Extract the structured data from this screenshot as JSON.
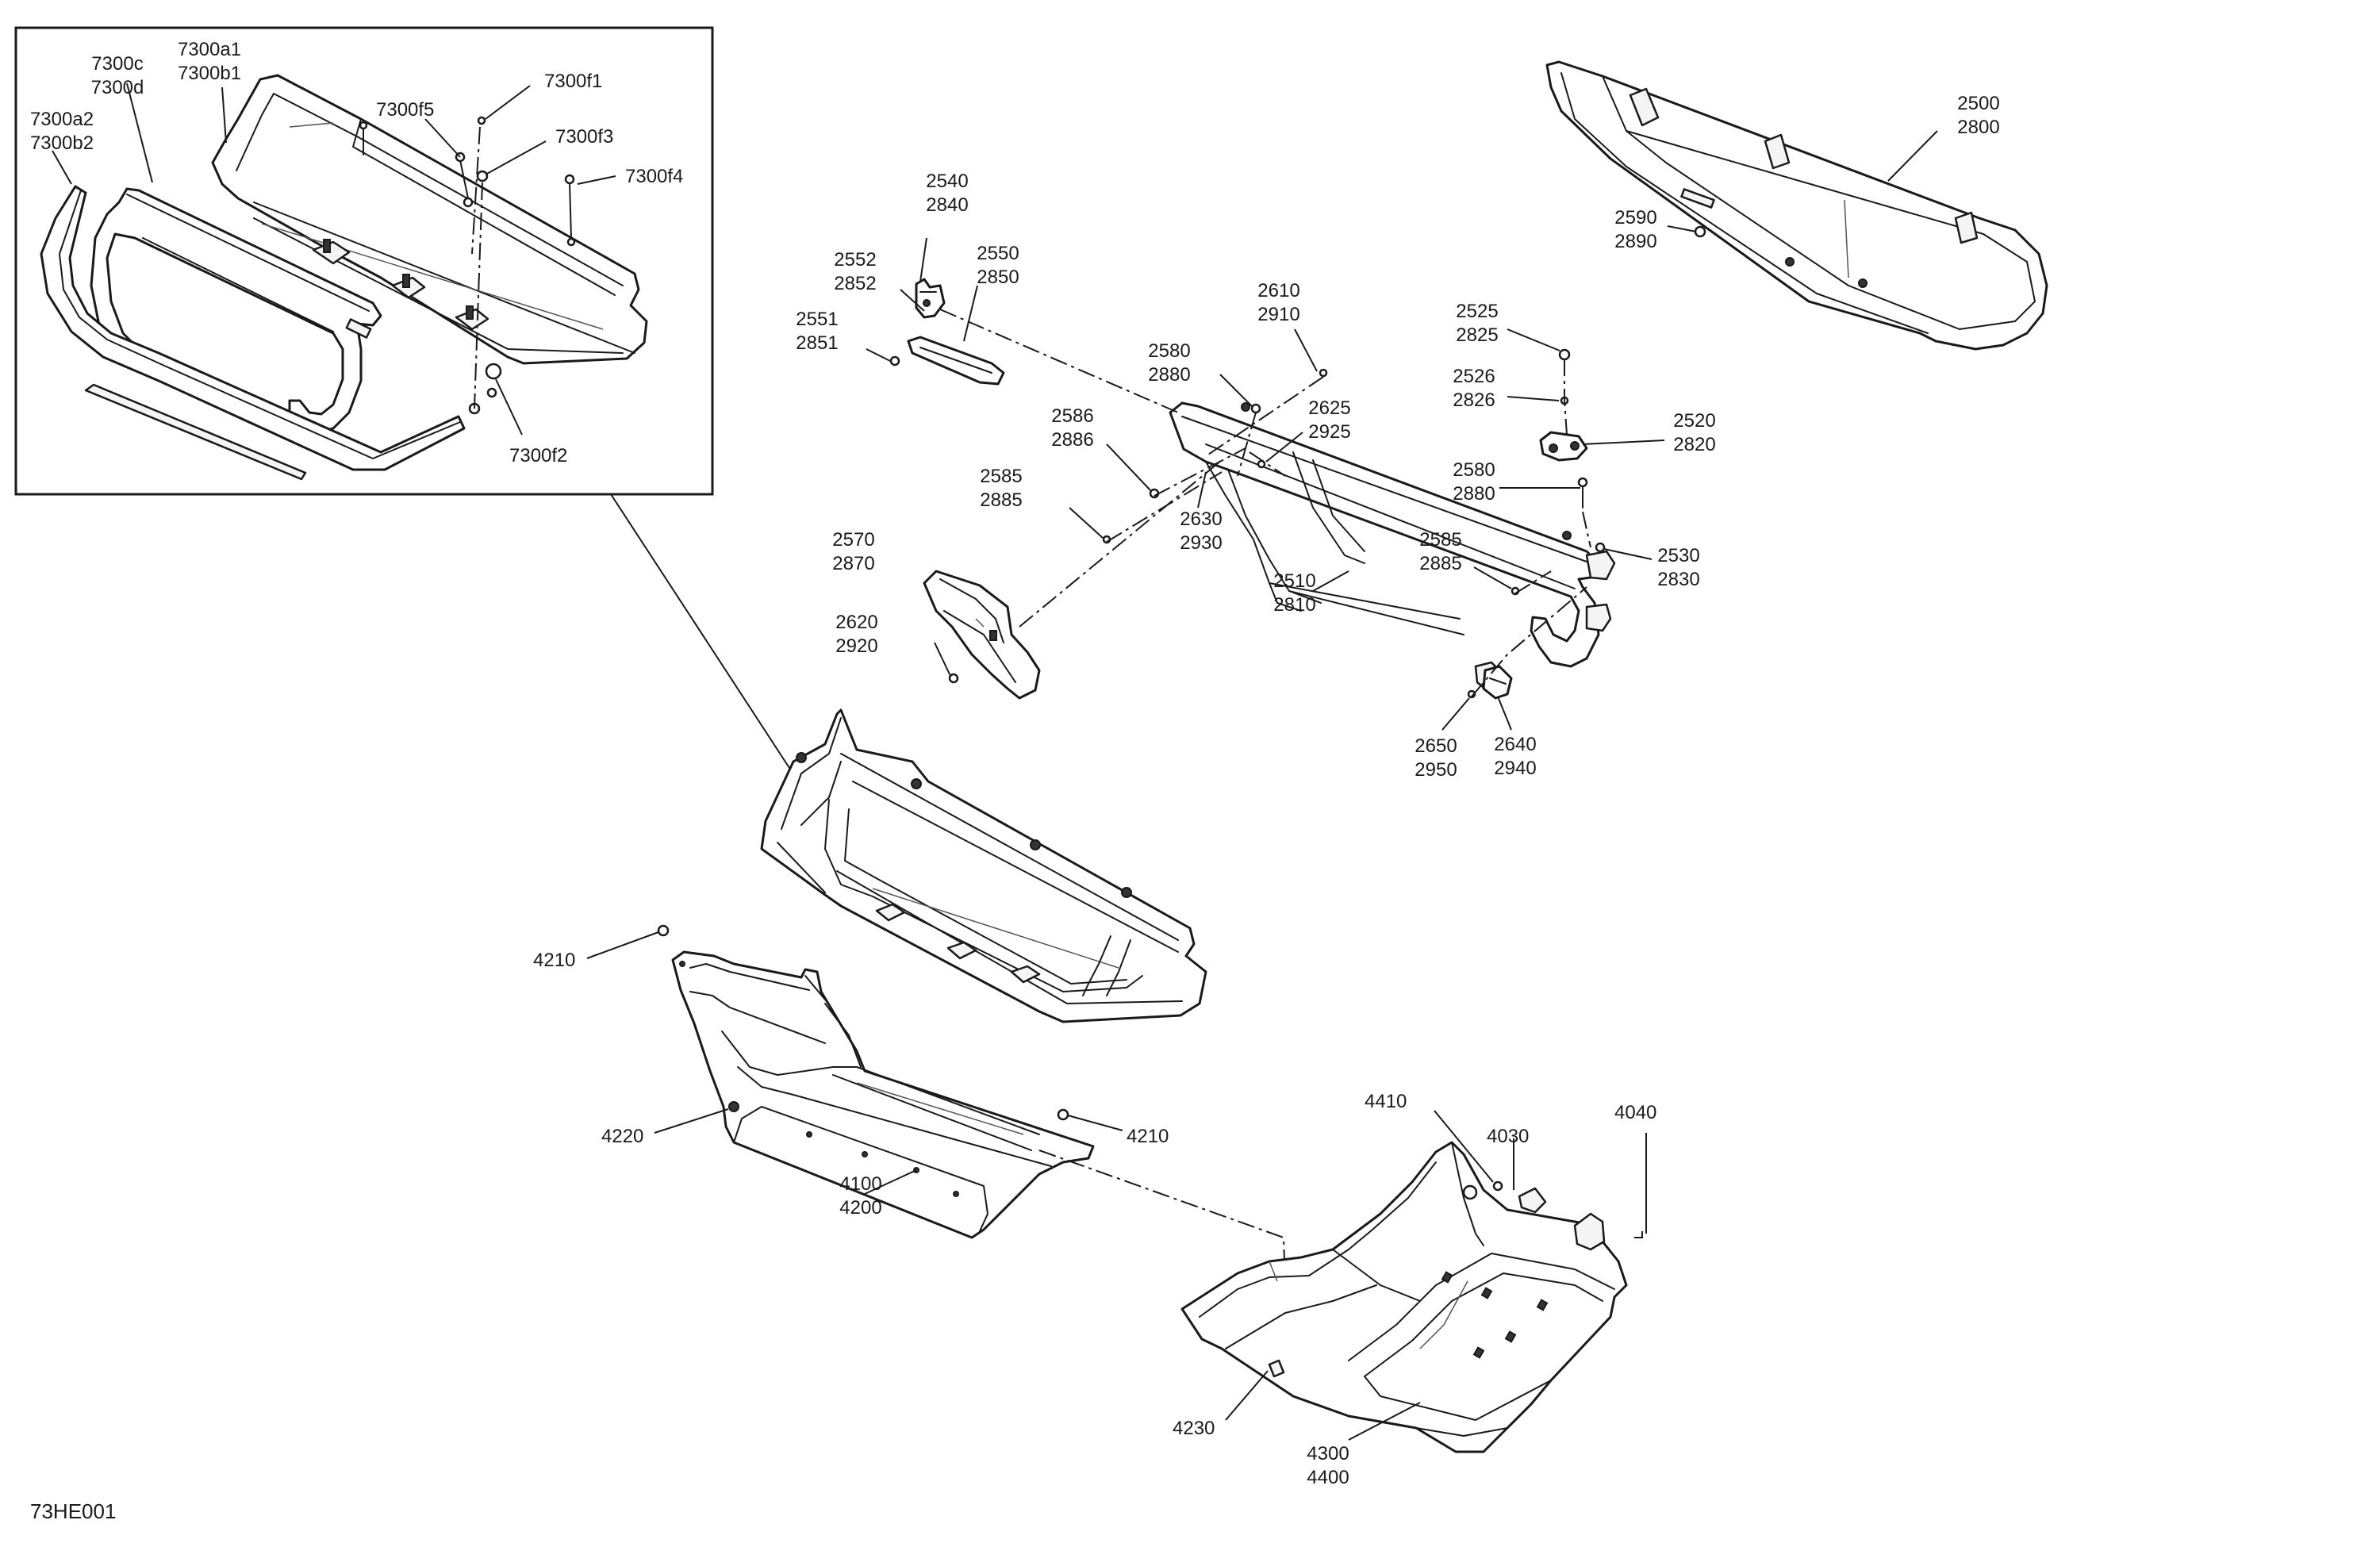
{
  "drawing_ref": "73HE001",
  "callouts": {
    "c7300c": [
      "7300c",
      "7300d"
    ],
    "c7300a1": [
      "7300a1",
      "7300b1"
    ],
    "c7300a2": [
      "7300a2",
      "7300b2"
    ],
    "c7300f1": [
      "7300f1"
    ],
    "c7300f5": [
      "7300f5"
    ],
    "c7300f3": [
      "7300f3"
    ],
    "c7300f4": [
      "7300f4"
    ],
    "c7300f2": [
      "7300f2"
    ],
    "c2500": [
      "2500",
      "2800"
    ],
    "c2590": [
      "2590",
      "2890"
    ],
    "c2540": [
      "2540",
      "2840"
    ],
    "c2552": [
      "2552",
      "2852"
    ],
    "c2550": [
      "2550",
      "2850"
    ],
    "c2551": [
      "2551",
      "2851"
    ],
    "c2610": [
      "2610",
      "2910"
    ],
    "c2580a": [
      "2580",
      "2880"
    ],
    "c2625": [
      "2625",
      "2925"
    ],
    "c2586": [
      "2586",
      "2886"
    ],
    "c2585a": [
      "2585",
      "2885"
    ],
    "c2630": [
      "2630",
      "2930"
    ],
    "c2525": [
      "2525",
      "2825"
    ],
    "c2526": [
      "2526",
      "2826"
    ],
    "c2520": [
      "2520",
      "2820"
    ],
    "c2580b": [
      "2580",
      "2880"
    ],
    "c2530": [
      "2530",
      "2830"
    ],
    "c2585b": [
      "2585",
      "2885"
    ],
    "c2570": [
      "2570",
      "2870"
    ],
    "c2510": [
      "2510",
      "2810"
    ],
    "c2620": [
      "2620",
      "2920"
    ],
    "c2650": [
      "2650",
      "2950"
    ],
    "c2640": [
      "2640",
      "2940"
    ],
    "c4210a": [
      "4210"
    ],
    "c4210b": [
      "4210"
    ],
    "c4220": [
      "4220"
    ],
    "c4100": [
      "4100",
      "4200"
    ],
    "c4410": [
      "4410"
    ],
    "c4030": [
      "4030"
    ],
    "c4040": [
      "4040"
    ],
    "c4230": [
      "4230"
    ],
    "c4300": [
      "4300",
      "4400"
    ]
  }
}
